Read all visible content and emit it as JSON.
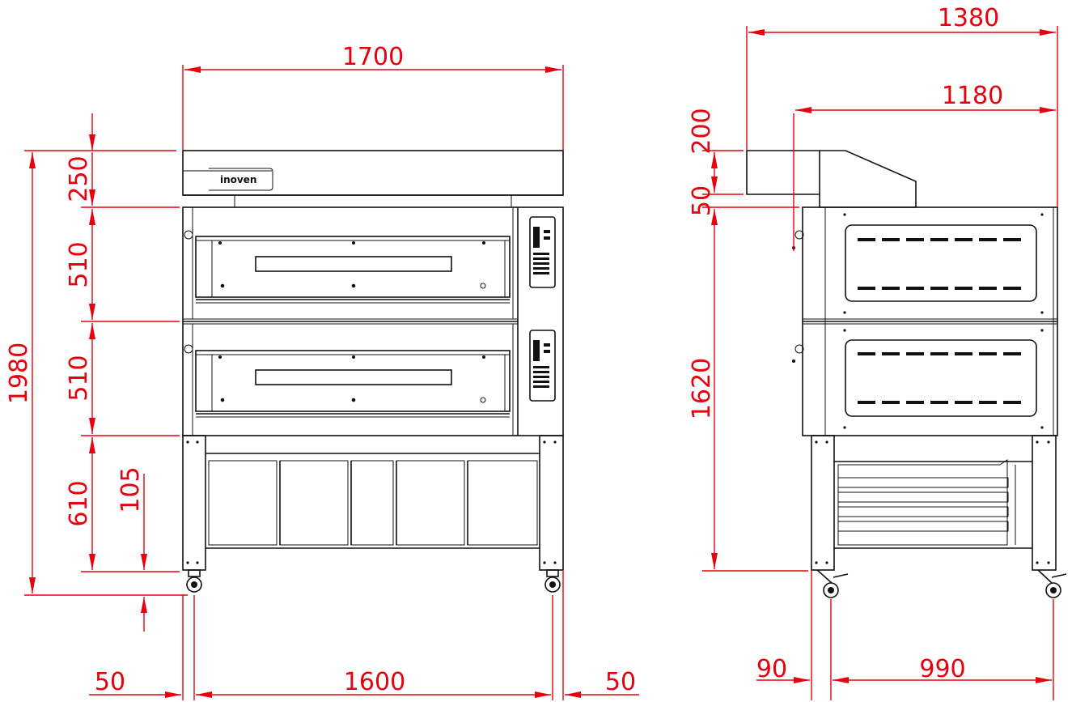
{
  "brand": "inoven",
  "front_view": {
    "overall_width": "1700",
    "overall_height": "1980",
    "hood_height": "250",
    "deck_upper_height": "510",
    "deck_lower_height": "510",
    "stand_height": "610",
    "wheel_height": "105",
    "left_margin": "50",
    "inner_width": "1600",
    "right_margin": "50"
  },
  "side_view": {
    "overall_depth": "1380",
    "body_depth": "1180",
    "hood_height": "200",
    "hood_gap": "50",
    "body_height": "1620",
    "wheel_offset": "90",
    "wheel_base": "990"
  },
  "colors": {
    "dimension": "#e8000d",
    "outline": "#111111"
  }
}
